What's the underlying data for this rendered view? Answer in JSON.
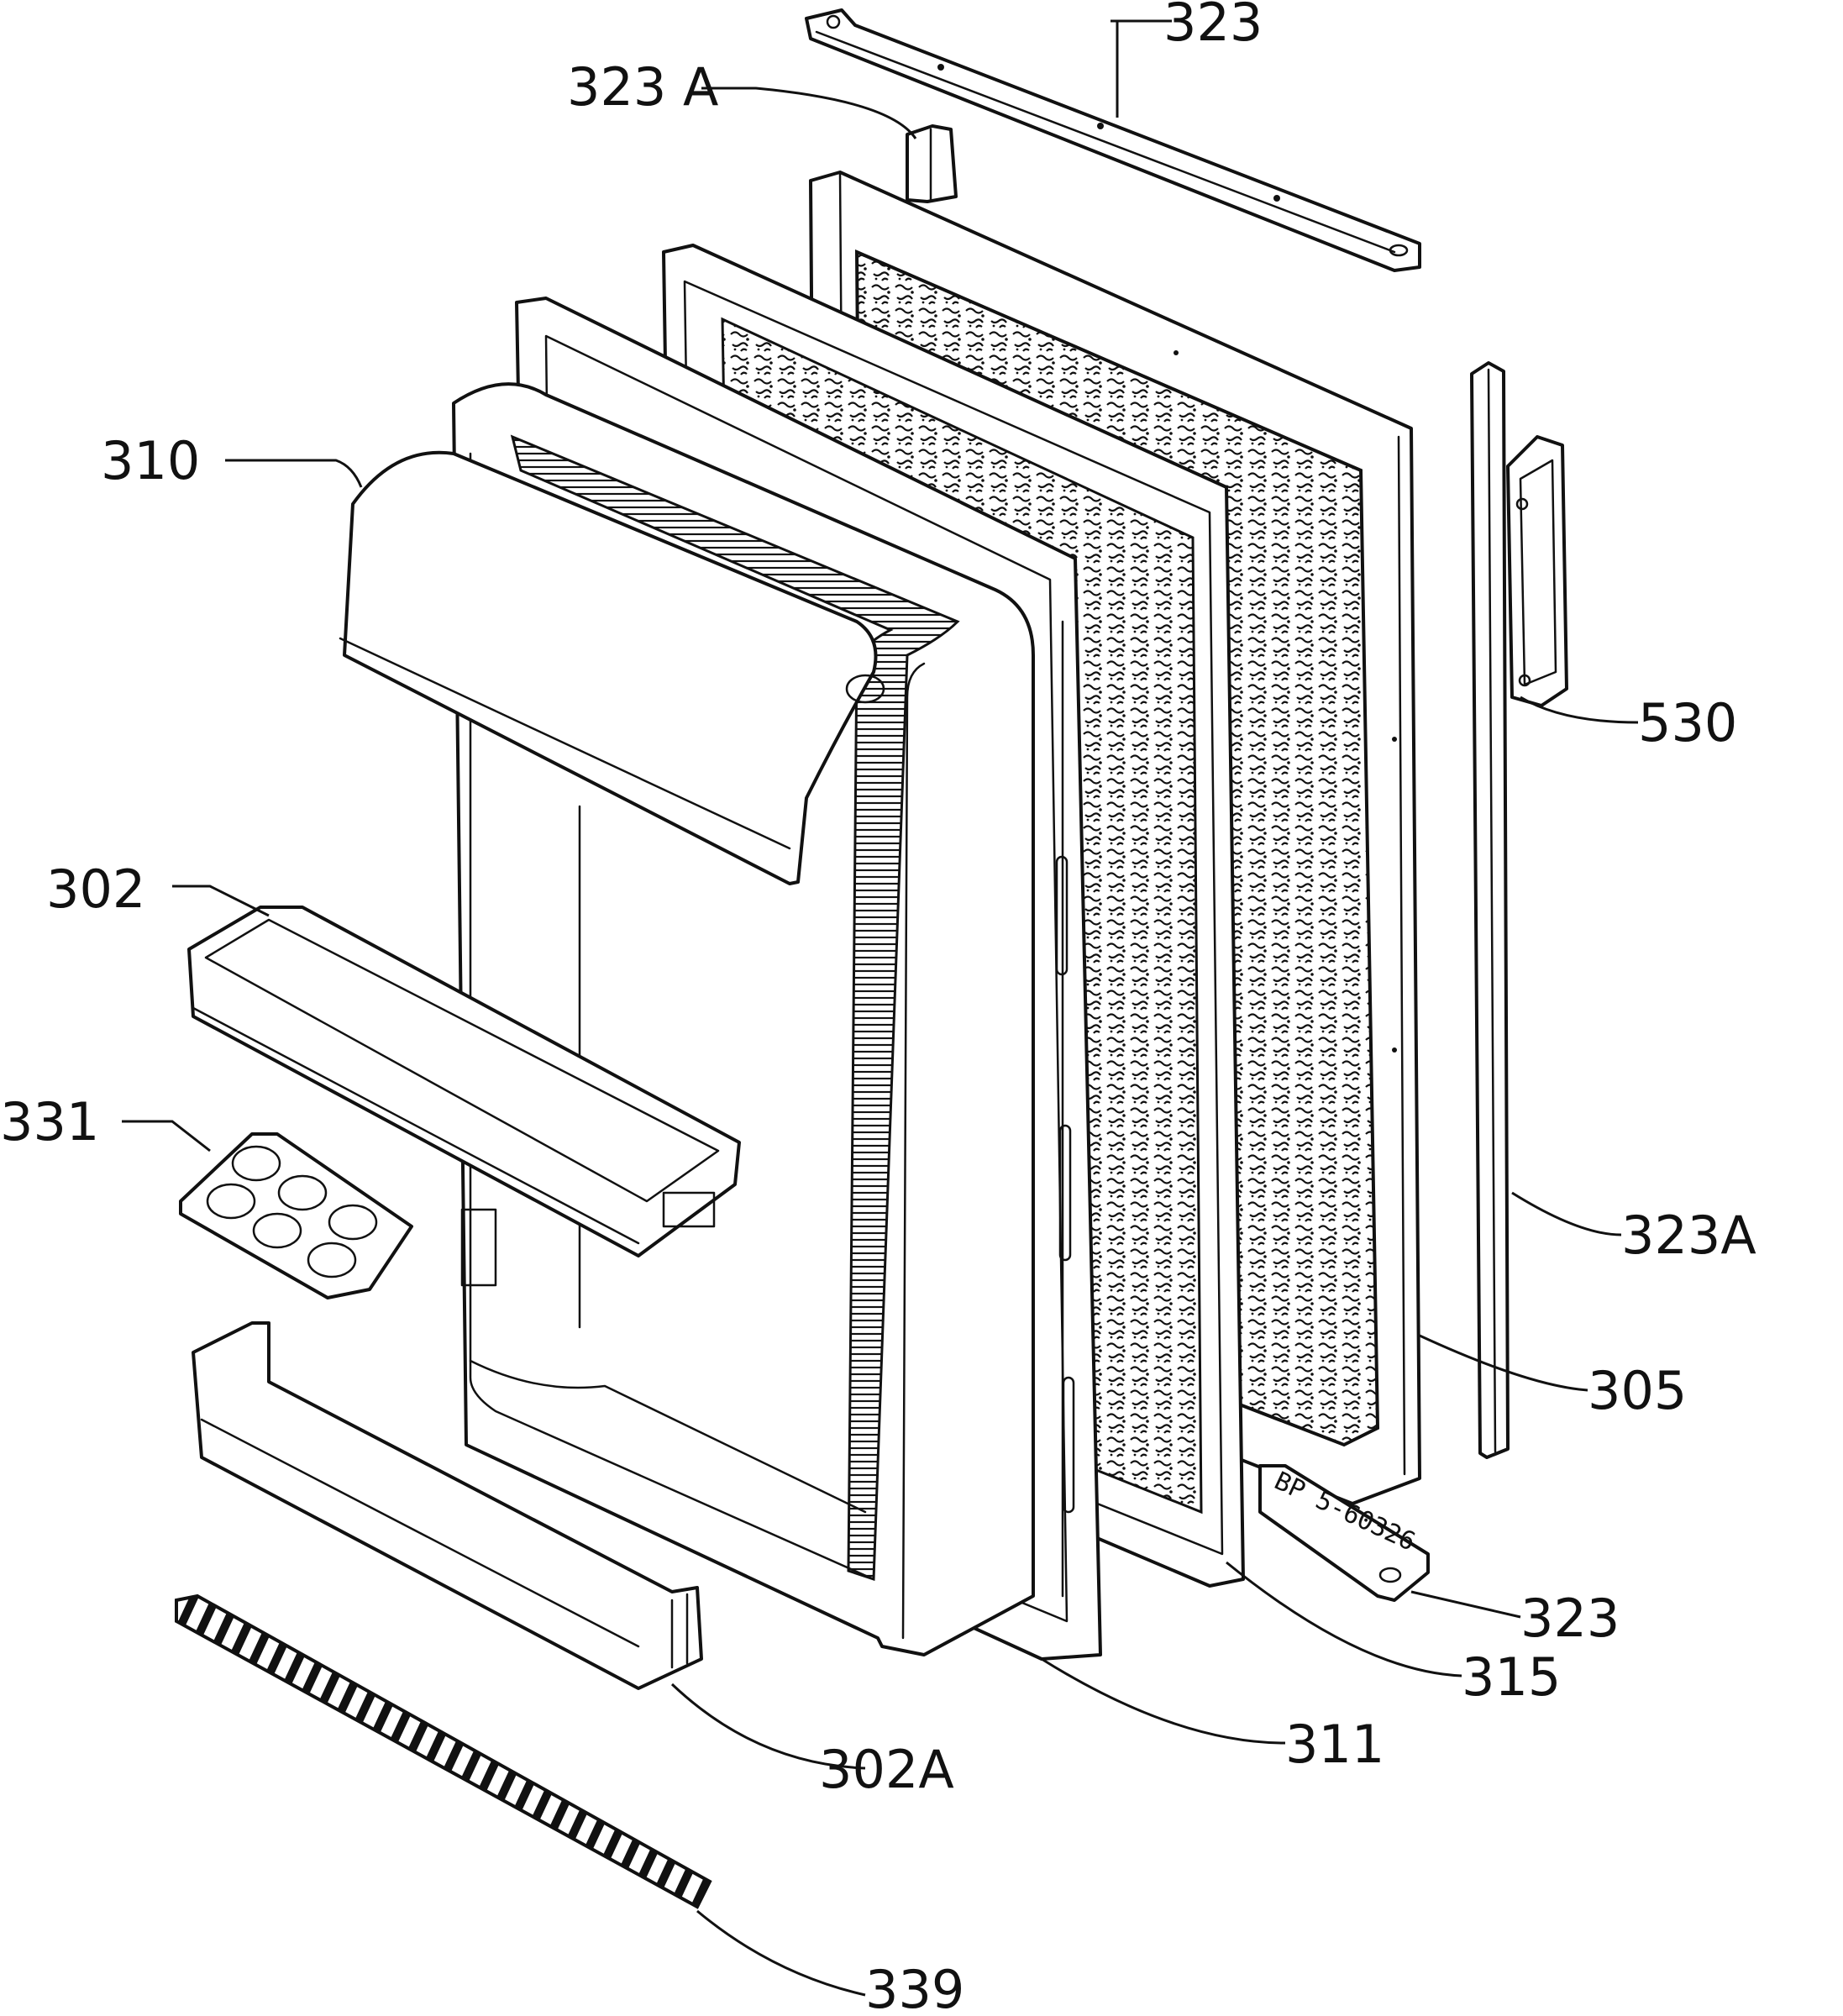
{
  "diagram": {
    "callouts": [
      {
        "id": "c-323-top",
        "label": "323"
      },
      {
        "id": "c-323a-top",
        "label": "323 A"
      },
      {
        "id": "c-310",
        "label": "310"
      },
      {
        "id": "c-530",
        "label": "530"
      },
      {
        "id": "c-302",
        "label": "302"
      },
      {
        "id": "c-331",
        "label": "331"
      },
      {
        "id": "c-323a-right",
        "label": "323A"
      },
      {
        "id": "c-305",
        "label": "305"
      },
      {
        "id": "c-323-bottom",
        "label": "323"
      },
      {
        "id": "c-315",
        "label": "315"
      },
      {
        "id": "c-311",
        "label": "311"
      },
      {
        "id": "c-302a",
        "label": "302A"
      },
      {
        "id": "c-339",
        "label": "339"
      }
    ],
    "stamp": "BP 5-60326"
  },
  "colors": {
    "ink": "#111111",
    "paper": "#ffffff",
    "foam": "#cccccc"
  }
}
